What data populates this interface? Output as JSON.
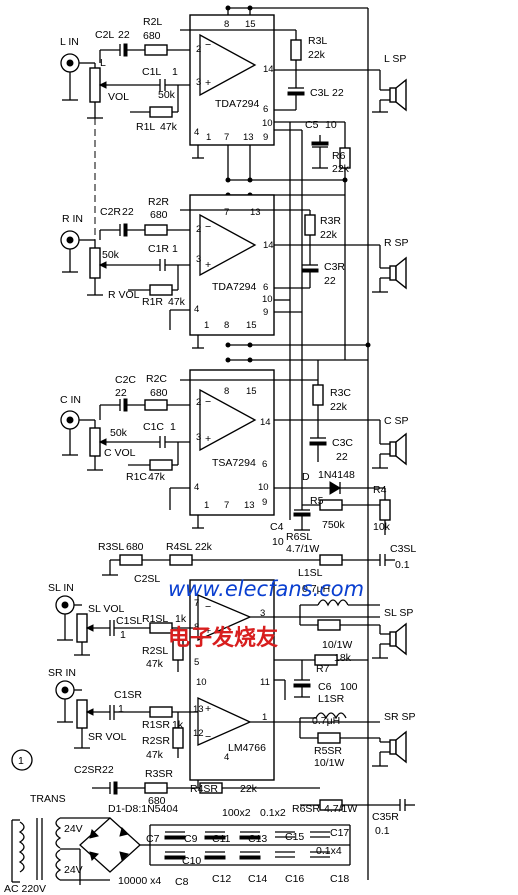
{
  "labels": {
    "l_in": "L IN",
    "r_in": "R IN",
    "c_in": "C IN",
    "sl_in": "SL IN",
    "sr_in": "SR IN",
    "l_sp": "L SP",
    "r_sp": "R SP",
    "c_sp": "C SP",
    "sl_sp": "SL SP",
    "sr_sp": "SR SP",
    "l": "L",
    "vol_l": "VOL",
    "r_vol": "R VOL",
    "c_vol": "C VOL",
    "sl_vol": "SL VOL",
    "sr_vol": "SR VOL",
    "c2l": "C2L",
    "c2l_v": "22",
    "r2l": "R2L",
    "r2l_v": "680",
    "c1l": "C1L",
    "c1l_v": "1",
    "pot_l": "50k",
    "r1l": "R1L",
    "r1l_v": "47k",
    "r3l": "R3L",
    "r3l_v": "22k",
    "c3l": "C3L",
    "c3l_v": "22",
    "c5": "C5",
    "c5_v": "10",
    "r6": "R6",
    "r6_v": "22k",
    "ic1": "TDA7294",
    "c2r": "C2R",
    "c2r_v": "22",
    "r2r": "R2R",
    "r2r_v": "680",
    "c1r": "C1R",
    "c1r_v": "1",
    "pot_r": "50k",
    "r1r": "R1R",
    "r1r_v": "47k",
    "r3r": "R3R",
    "r3r_v": "22k",
    "c3r": "C3R",
    "c3r_v": "22",
    "ic2": "TDA7294",
    "c2c": "C2C",
    "c2c_v": "22",
    "r2c": "R2C",
    "r2c_v": "680",
    "c1c": "C1C",
    "c1c_v": "1",
    "pot_c": "50k",
    "r1c": "R1C",
    "r1c_v": "47k",
    "r3c": "R3C",
    "r3c_v": "22k",
    "c3c": "C3C",
    "c3c_v": "22",
    "ic3": "TSA7294",
    "d": "D",
    "d_v": "1N4148",
    "r5": "R5",
    "r5_v": "750k",
    "r4": "R4",
    "r4_v": "10k",
    "c4": "C4",
    "c4_v": "10",
    "r3sl": "R3SL",
    "r3sl_v": "680",
    "r4sl": "R4SL",
    "r4sl_v": "22k",
    "r6sl": "R6SL",
    "r6sl_v": "4.7/1W",
    "c3sl": "C3SL",
    "c3sl_v": "0.1",
    "c2sl": "C2SL",
    "l1sl": "L1SL",
    "l1sl_v": "0.7μH",
    "c1sl": "C1SL",
    "c1sl_v": "1",
    "r1sl": "R1SL",
    "r1sl_v": "1k",
    "r2sl": "R2SL",
    "r2sl_v": "47k",
    "r5sl_v": "10/1W",
    "r7": "R7",
    "r7_v": "18k",
    "c6": "C6",
    "c6_v": "100",
    "c1sr": "C1SR",
    "c1sr_v": "1",
    "r1sr": "R1SR",
    "r1sr_v": "1k",
    "r2sr": "R2SR",
    "r2sr_v": "47k",
    "l1sr": "L1SR",
    "l1sr_v": "0.7μH",
    "r5sr": "R5SR",
    "r5sr_v": "10/1W",
    "ic4": "LM4766",
    "circle_num": "1",
    "c2sr": "C2SR",
    "c2sr_v": "22",
    "r3sr": "R3SR",
    "r3sr_v": "680",
    "r4sr": "R4SR",
    "r4sr_v": "22k",
    "r6sr": "R6SR",
    "r6sr_v": "4.7/1W",
    "c35r": "C35R",
    "c35r_v": "0.1",
    "trans": "TRANS",
    "v24a": "24V",
    "v24b": "24V",
    "ac": "AC 220V",
    "diodes": "D1-D8:1N5404",
    "c7": "C7",
    "c8": "C8",
    "c9": "C9",
    "c10": "C10",
    "c11": "C11",
    "c12": "C12",
    "c13": "C13",
    "c14": "C14",
    "c15": "C15",
    "c16": "C16",
    "c17": "C17",
    "c18": "C18",
    "cap_100x2": "100x2",
    "cap_01x2": "0.1x2",
    "cap_01x4": "0.1x4",
    "cap_10000x4": "10000 x4"
  },
  "pins": {
    "ic1": [
      "2",
      "3",
      "8",
      "15",
      "14",
      "6",
      "10",
      "9",
      "4",
      "1",
      "7",
      "13"
    ],
    "ic2": [
      "7",
      "13",
      "2",
      "3",
      "14",
      "6",
      "10",
      "9",
      "4",
      "1",
      "8",
      "15"
    ],
    "ic3": [
      "2",
      "3",
      "8",
      "15",
      "14",
      "6",
      "10",
      "9",
      "4",
      "1",
      "7",
      "13"
    ],
    "ic4": [
      "7",
      "8",
      "3",
      "5",
      "10",
      "11",
      "13",
      "12",
      "1",
      "4"
    ]
  },
  "watermark": {
    "latin": "www.elecfans.com",
    "chinese": "电子发烧友"
  }
}
